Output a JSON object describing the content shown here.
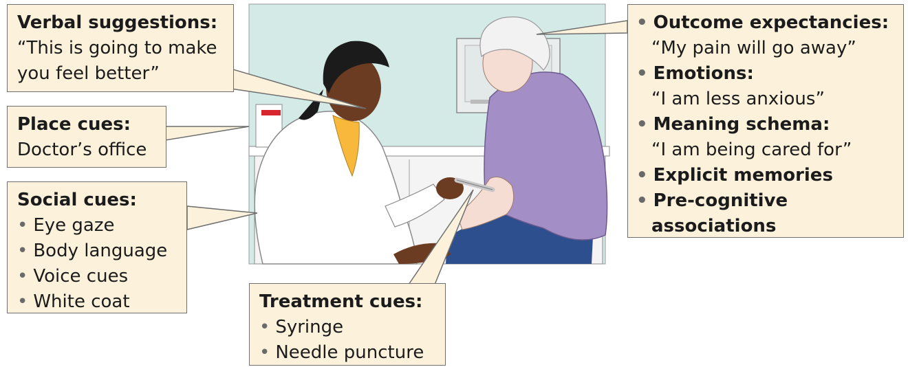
{
  "verbal": {
    "title": "Verbal suggestions:",
    "quote_line1": "“This is going to make",
    "quote_line2": "you feel better”"
  },
  "place": {
    "title": "Place cues:",
    "value": "Doctor’s office"
  },
  "social": {
    "title": "Social cues:",
    "items": [
      "Eye gaze",
      "Body language",
      "Voice cues",
      "White coat"
    ]
  },
  "treatment": {
    "title": "Treatment cues:",
    "items": [
      "Syringe",
      "Needle puncture"
    ]
  },
  "patient": {
    "items": [
      {
        "label": "Outcome expectancies:",
        "quote": "“My pain will go away”"
      },
      {
        "label": "Emotions:",
        "quote": "“I am less anxious”"
      },
      {
        "label": "Meaning schema:",
        "quote": "“I am being cared for”"
      },
      {
        "label": "Explicit memories"
      },
      {
        "label": "Pre-cognitive",
        "label_line2": "associations"
      }
    ]
  },
  "colors": {
    "box_fill": "#fcf1da",
    "room": "#d3eae6",
    "coat": "#ffffff",
    "sweater": "#a48ec6",
    "pants": "#2e4f8d",
    "skin_doctor": "#6b3b22",
    "skin_patient": "#f6ddd4"
  }
}
